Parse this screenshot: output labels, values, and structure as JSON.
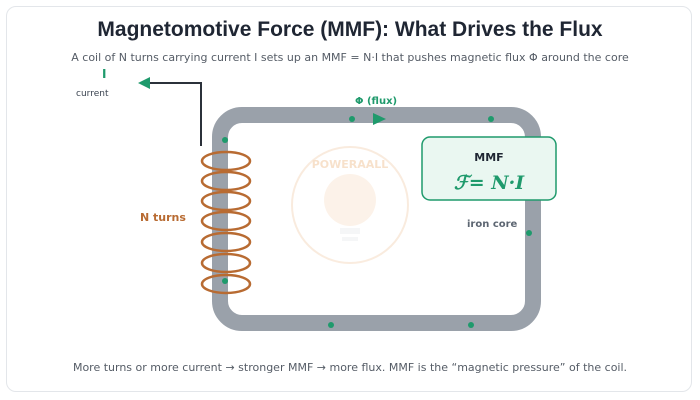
{
  "title": "Magnetomotive Force (MMF): What Drives the Flux",
  "subtitle": "A coil of N turns carrying current I sets up an MMF = N·I that pushes magnetic flux Φ around the core",
  "caption": "More turns or more current → stronger MMF → more flux. MMF is the “magnetic pressure” of the coil.",
  "labels": {
    "current_symbol": "I",
    "current": "current",
    "flux": "Φ (flux)",
    "turns": "N turns",
    "core": "iron core",
    "mmf_heading": "MMF",
    "mmf_formula": "ℱ= N·I"
  },
  "watermark": {
    "text": "POWERAALL"
  },
  "colors": {
    "core": "#9aa1aa",
    "coil": "#b86b32",
    "accent": "#1f9a6c",
    "wire": "#2b313a",
    "mmf_box_fill": "#eaf7f1"
  },
  "icons": {
    "flux_arrow": "triangle-right-icon",
    "current_arrow": "arrow-left-icon",
    "watermark": "lightbulb-plug-icon"
  }
}
